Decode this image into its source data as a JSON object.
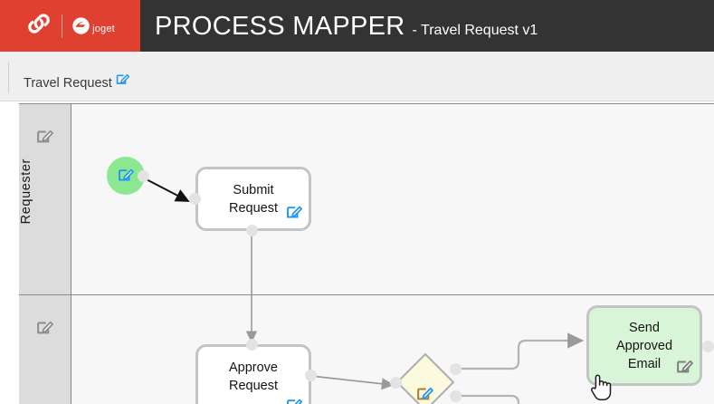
{
  "header": {
    "brand": {
      "chain_icon": "chain-link-icon",
      "joget_icon": "joget-logo-icon",
      "joget_word": "joget",
      "brand_bg": "#e04030"
    },
    "title": "PROCESS MAPPER",
    "subtitle": "- Travel Request v1",
    "bar_bg": "#333333"
  },
  "tabbar": {
    "tabs": [
      {
        "label": "Travel Request",
        "edit_icon": "edit-pencil-icon",
        "active": true
      }
    ]
  },
  "canvas": {
    "background": "#f7f7f7",
    "lanes": [
      {
        "name": "Requester",
        "edit_icon": "edit-pencil-icon"
      },
      {
        "name": "",
        "edit_icon": "edit-pencil-icon"
      }
    ],
    "nodes": [
      {
        "id": "start",
        "type": "start-event",
        "label": "",
        "color": "#8ce890",
        "edit_icon": "edit-pencil-icon"
      },
      {
        "id": "submit",
        "type": "task",
        "label": "Submit\nRequest",
        "color": "#ffffff",
        "edit_icon": "edit-pencil-icon"
      },
      {
        "id": "approve",
        "type": "task",
        "label": "Approve\nRequest",
        "color": "#ffffff",
        "edit_icon": "edit-pencil-icon"
      },
      {
        "id": "gateway",
        "type": "gateway",
        "label": "",
        "color": "#fbfadf",
        "edit_icon": "edit-pencil-icon"
      },
      {
        "id": "email",
        "type": "task",
        "label": "Send\nApproved\nEmail",
        "color": "#d9f5d7",
        "edit_icon": "edit-pencil-icon"
      }
    ],
    "connector_color": "#9a9a9a",
    "handle_color": "#e3e3e3"
  },
  "cursor": {
    "type": "pointing-hand-cursor"
  }
}
